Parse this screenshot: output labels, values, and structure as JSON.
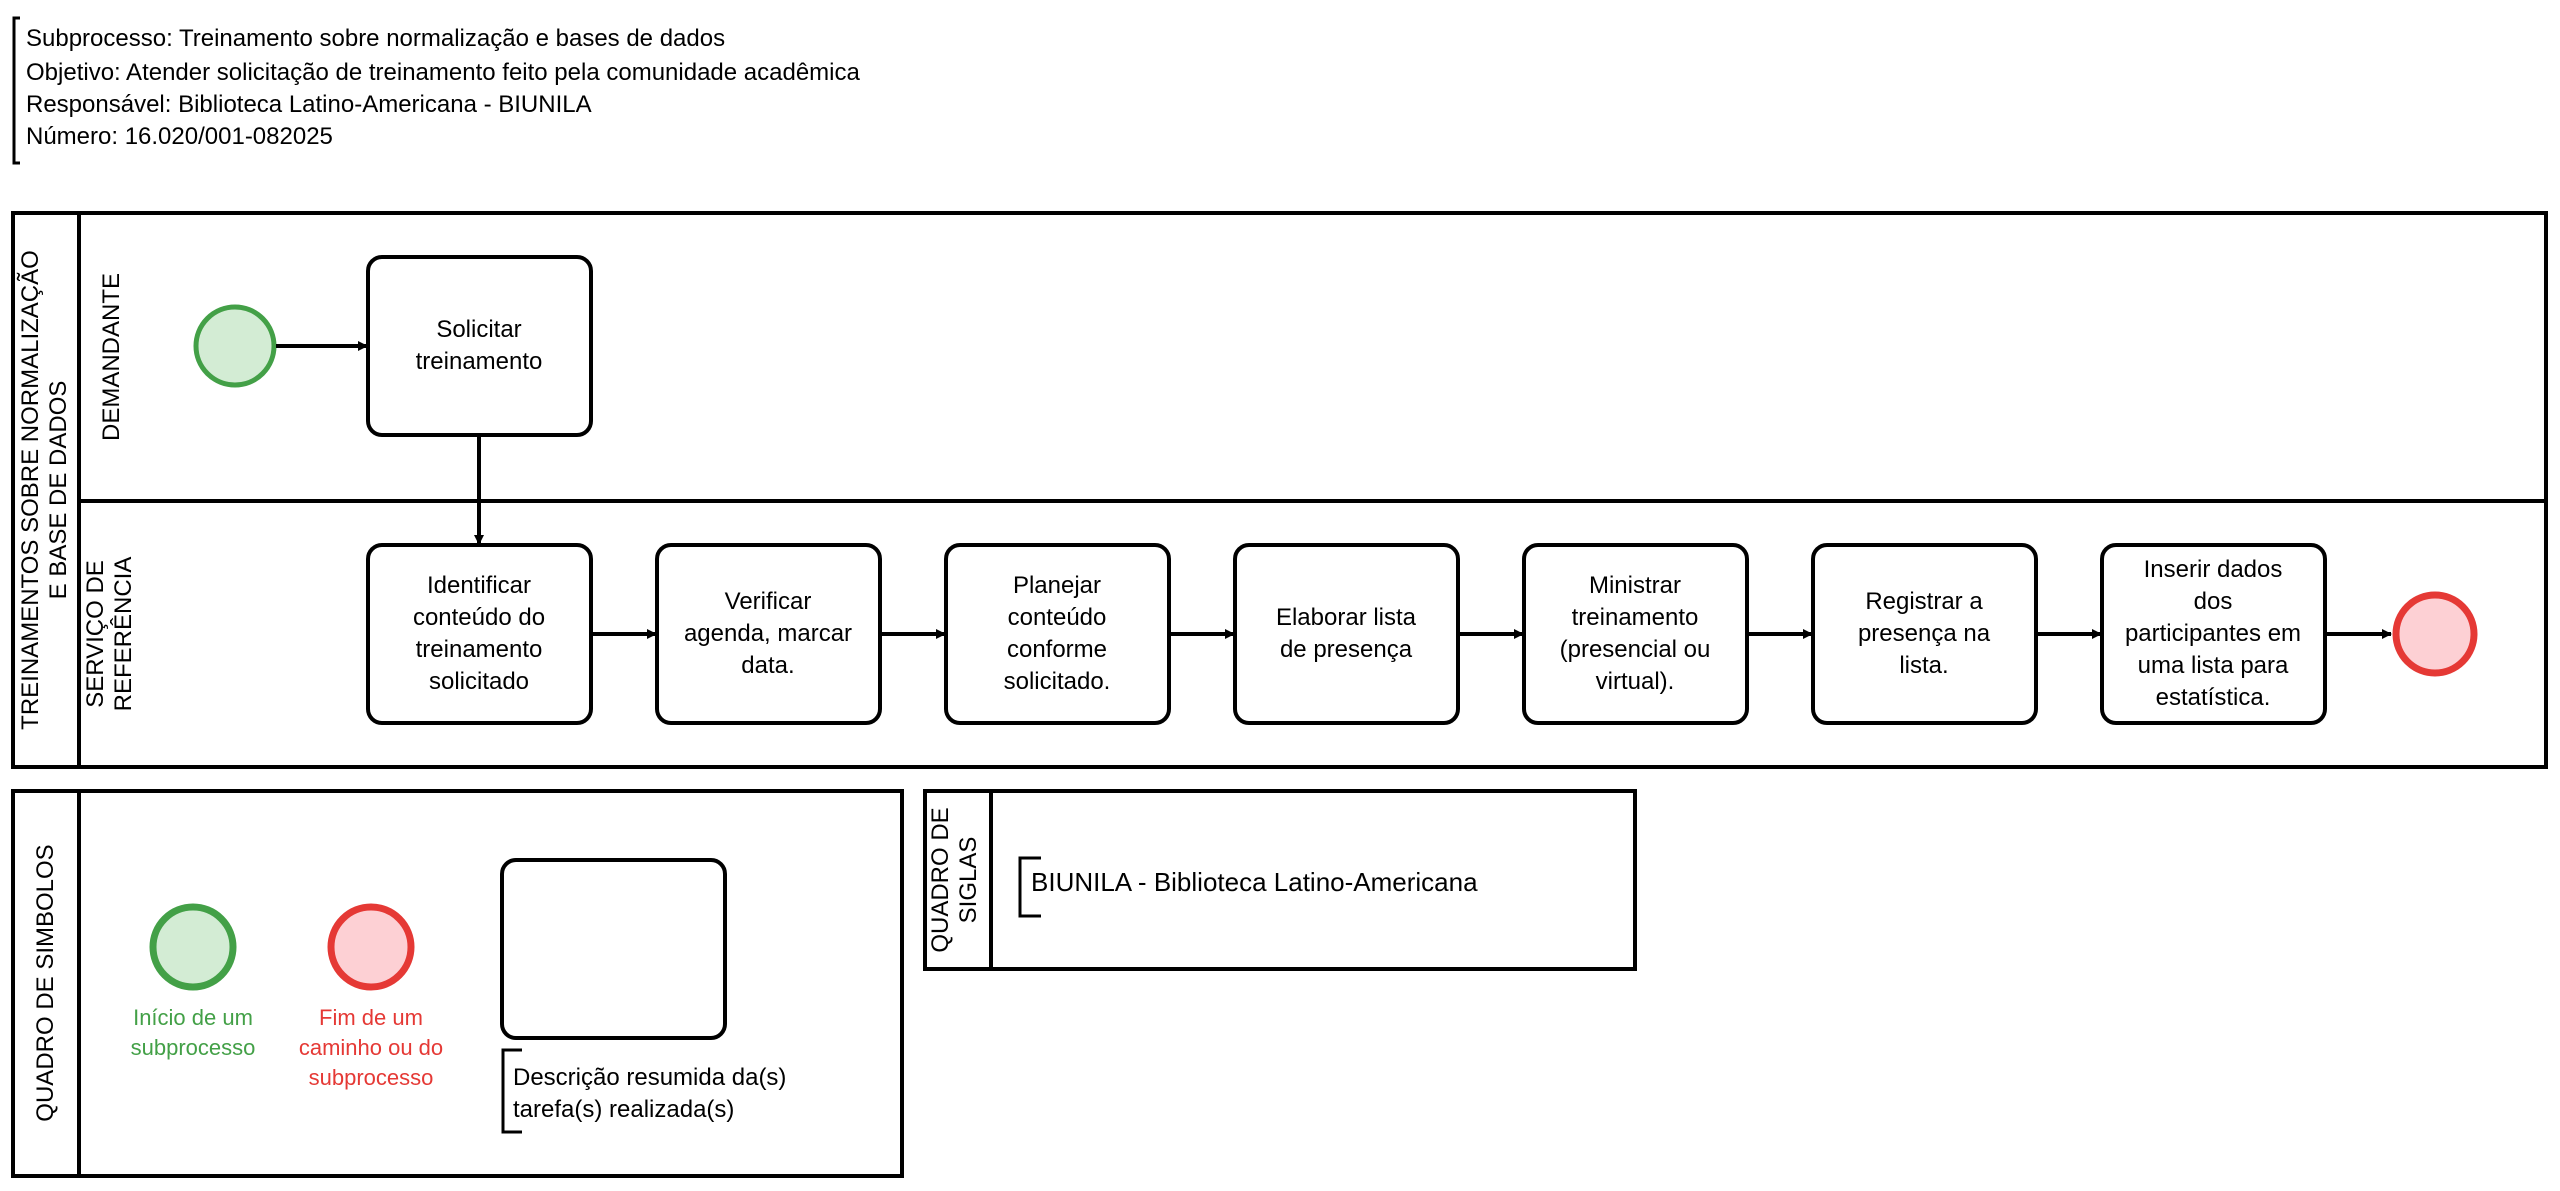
{
  "header": {
    "lines": [
      "Subprocesso: Treinamento sobre normalização e bases de dados",
      "Objetivo: Atender solicitação de treinamento feito pela comunidade acadêmica",
      "Responsável: Biblioteca Latino-Americana - BIUNILA",
      "Número: 16.020/001-082025"
    ]
  },
  "pool": {
    "label_line1": "TREINAMENTOS SOBRE NORMALIZAÇÃO",
    "label_line2": "E BASE DE DADOS"
  },
  "lanes": {
    "demandante": "DEMANDANTE",
    "servico_line1": "SERVIÇO DE",
    "servico_line2": "REFERÊNCIA"
  },
  "tasks": {
    "solicitar": [
      "Solicitar",
      "treinamento"
    ],
    "identificar": [
      "Identificar",
      "conteúdo do",
      "treinamento",
      "solicitado"
    ],
    "verificar": [
      "Verificar",
      "agenda, marcar",
      "data."
    ],
    "planejar": [
      "Planejar",
      "conteúdo",
      "conforme",
      "solicitado."
    ],
    "elaborar": [
      "Elaborar lista",
      "de presença"
    ],
    "ministrar": [
      "Ministrar",
      "treinamento",
      "(presencial ou",
      "virtual)."
    ],
    "registrar": [
      "Registrar a",
      "presença na",
      "lista."
    ],
    "inserir": [
      "Inserir dados",
      "dos",
      "participantes em",
      "uma lista para",
      "estatística."
    ]
  },
  "legend": {
    "title": "QUADRO DE SIMBOLOS",
    "start_label": [
      "Início de um",
      "subprocesso"
    ],
    "end_label": [
      "Fim de um",
      "caminho ou do",
      "subprocesso"
    ],
    "task_label": [
      "Descrição resumida da(s)",
      "tarefa(s) realizada(s)"
    ]
  },
  "siglas": {
    "title_line1": "QUADRO DE",
    "title_line2": "SIGLAS",
    "entry": "BIUNILA - Biblioteca Latino-Americana"
  },
  "colors": {
    "start_fill": "#d3ecd4",
    "start_stroke": "#43a047",
    "end_fill": "#fdd0d4",
    "end_stroke": "#e53935",
    "start_text": "#43a047",
    "end_text": "#e53935",
    "line": "#000000"
  }
}
